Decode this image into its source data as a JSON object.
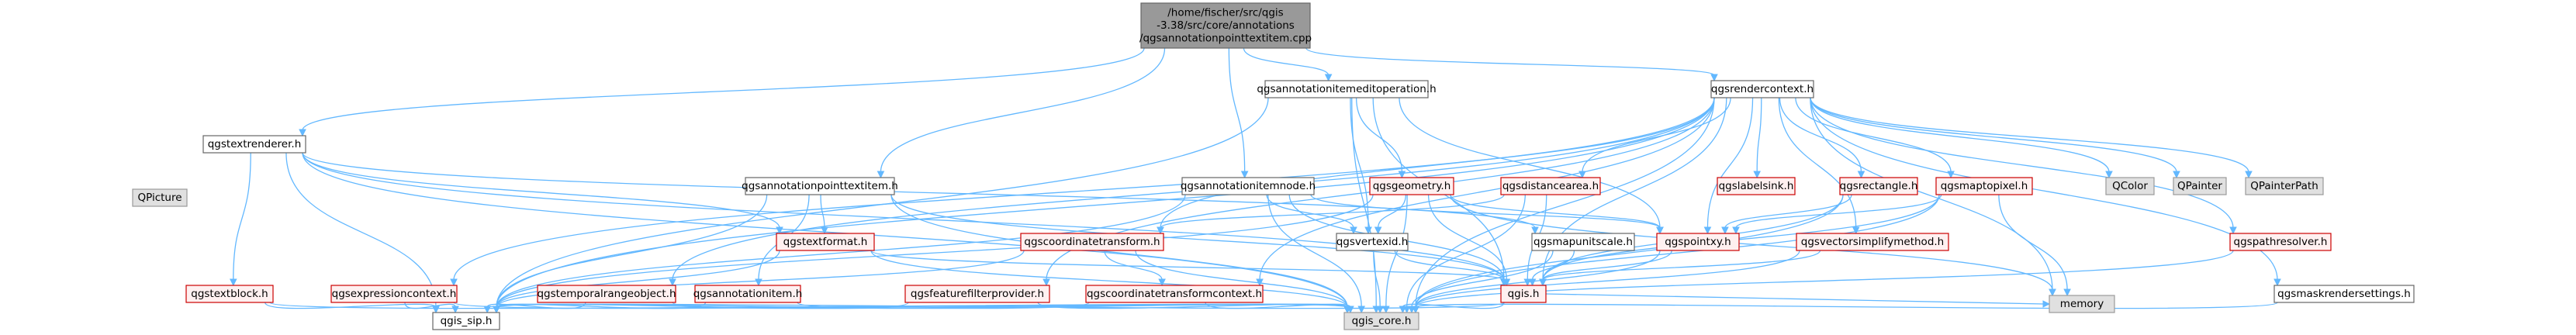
{
  "colors": {
    "edge": "#63b8ff",
    "root_fill": "#999999",
    "root_border": "#666666",
    "normal_fill": "#ffffff",
    "normal_border": "#666666",
    "highlight_fill": "#fff0f0",
    "highlight_border": "#cc0000",
    "external_fill": "#e0e0e0",
    "external_border": "#999999"
  },
  "graph": {
    "nodes": [
      {
        "id": "root",
        "style": "root",
        "lines": [
          "/home/fischer/src/qgis",
          "-3.38/src/core/annotations",
          "/qgsannotationpointtextitem.cpp"
        ]
      },
      {
        "id": "qgstextrenderer",
        "style": "normal",
        "lines": [
          "qgstextrenderer.h"
        ]
      },
      {
        "id": "qgsannotationitemeditoperation",
        "style": "normal",
        "lines": [
          "qgsannotationitemeditoperation.h"
        ]
      },
      {
        "id": "qgsrendercontext",
        "style": "normal",
        "lines": [
          "qgsrendercontext.h"
        ]
      },
      {
        "id": "qgsannotationpointtextitem",
        "style": "normal",
        "lines": [
          "qgsannotationpointtextitem.h"
        ]
      },
      {
        "id": "qgsannotationitemnode",
        "style": "normal",
        "lines": [
          "qgsannotationitemnode.h"
        ]
      },
      {
        "id": "qgsgeometry",
        "style": "highlight",
        "lines": [
          "qgsgeometry.h"
        ]
      },
      {
        "id": "qgsdistancearea",
        "style": "highlight",
        "lines": [
          "qgsdistancearea.h"
        ]
      },
      {
        "id": "qgslabelsink",
        "style": "highlight",
        "lines": [
          "qgslabelsink.h"
        ]
      },
      {
        "id": "qgsrectangle",
        "style": "highlight",
        "lines": [
          "qgsrectangle.h"
        ]
      },
      {
        "id": "qgsmaptopixel",
        "style": "highlight",
        "lines": [
          "qgsmaptopixel.h"
        ]
      },
      {
        "id": "qcolor",
        "style": "external",
        "lines": [
          "QColor"
        ]
      },
      {
        "id": "qpainter",
        "style": "external",
        "lines": [
          "QPainter"
        ]
      },
      {
        "id": "qpainterpath",
        "style": "external",
        "lines": [
          "QPainterPath"
        ]
      },
      {
        "id": "qpicture",
        "style": "external",
        "lines": [
          "QPicture"
        ]
      },
      {
        "id": "qgstextformat",
        "style": "highlight",
        "lines": [
          "qgstextformat.h"
        ]
      },
      {
        "id": "qgscoordinatetransform",
        "style": "highlight",
        "lines": [
          "qgscoordinatetransform.h"
        ]
      },
      {
        "id": "qgsvertexid",
        "style": "normal",
        "lines": [
          "qgsvertexid.h"
        ]
      },
      {
        "id": "qgsmapunitscale",
        "style": "normal",
        "lines": [
          "qgsmapunitscale.h"
        ]
      },
      {
        "id": "qgspointxy",
        "style": "highlight",
        "lines": [
          "qgspointxy.h"
        ]
      },
      {
        "id": "qgsvectorsimplifymethod",
        "style": "highlight",
        "lines": [
          "qgsvectorsimplifymethod.h"
        ]
      },
      {
        "id": "qgspathresolver",
        "style": "highlight",
        "lines": [
          "qgspathresolver.h"
        ]
      },
      {
        "id": "qgstextblock",
        "style": "highlight",
        "lines": [
          "qgstextblock.h"
        ]
      },
      {
        "id": "qgsexpressioncontext",
        "style": "highlight",
        "lines": [
          "qgsexpressioncontext.h"
        ]
      },
      {
        "id": "qgstemporalrangeobject",
        "style": "highlight",
        "lines": [
          "qgstemporalrangeobject.h"
        ]
      },
      {
        "id": "qgsannotationitem",
        "style": "highlight",
        "lines": [
          "qgsannotationitem.h"
        ]
      },
      {
        "id": "qgsfeaturefilterprovider",
        "style": "highlight",
        "lines": [
          "qgsfeaturefilterprovider.h"
        ]
      },
      {
        "id": "qgscoordinatetransformcontext",
        "style": "highlight",
        "lines": [
          "qgscoordinatetransformcontext.h"
        ]
      },
      {
        "id": "qgis",
        "style": "highlight",
        "lines": [
          "qgis.h"
        ]
      },
      {
        "id": "qgsmaskrendersettings",
        "style": "normal",
        "lines": [
          "qgsmaskrendersettings.h"
        ]
      },
      {
        "id": "memory",
        "style": "external",
        "lines": [
          "memory"
        ]
      },
      {
        "id": "qgis_sip",
        "style": "normal",
        "lines": [
          "qgis_sip.h"
        ]
      },
      {
        "id": "qgis_core",
        "style": "external",
        "lines": [
          "qgis_core.h"
        ]
      }
    ],
    "edges": [
      [
        "root",
        "qgstextrenderer"
      ],
      [
        "root",
        "qgsannotationitemeditoperation"
      ],
      [
        "root",
        "qgsrendercontext"
      ],
      [
        "root",
        "qgsannotationpointtextitem"
      ],
      [
        "root",
        "qgsannotationitemnode"
      ],
      [
        "qgstextrenderer",
        "qgspicture"
      ],
      [
        "qgstextrenderer",
        "qgstextblock"
      ],
      [
        "qgstextrenderer",
        "qgstextformat"
      ],
      [
        "qgstextrenderer",
        "qgsmapunitscale"
      ],
      [
        "qgstextrenderer",
        "qgis"
      ],
      [
        "qgstextrenderer",
        "qgis_sip"
      ],
      [
        "qgstextrenderer",
        "qgis_core"
      ],
      [
        "qgsannotationitemeditoperation",
        "qgsgeometry"
      ],
      [
        "qgsannotationitemeditoperation",
        "qgsvertexid"
      ],
      [
        "qgsannotationitemeditoperation",
        "qgspointxy"
      ],
      [
        "qgsannotationitemeditoperation",
        "qgis"
      ],
      [
        "qgsannotationitemeditoperation",
        "qgis_sip"
      ],
      [
        "qgsannotationitemeditoperation",
        "qgis_core"
      ],
      [
        "qgsrendercontext",
        "qcolor"
      ],
      [
        "qgsrendercontext",
        "qpainter"
      ],
      [
        "qgsrendercontext",
        "qpainterpath"
      ],
      [
        "qgsrendercontext",
        "memory"
      ],
      [
        "qgsrendercontext",
        "qgis_core"
      ],
      [
        "qgsrendercontext",
        "qgis_sip"
      ],
      [
        "qgsrendercontext",
        "qgscoordinatetransform"
      ],
      [
        "qgsrendercontext",
        "qgsmaptopixel"
      ],
      [
        "qgsrendercontext",
        "qgsrectangle"
      ],
      [
        "qgsrendercontext",
        "qgsvectorsimplifymethod"
      ],
      [
        "qgsrendercontext",
        "qgsexpressioncontext"
      ],
      [
        "qgsrendercontext",
        "qgsfeaturefilterprovider"
      ],
      [
        "qgsrendercontext",
        "qgscoordinatetransformcontext"
      ],
      [
        "qgsrendercontext",
        "qgspathresolver"
      ],
      [
        "qgsrendercontext",
        "qgsdistancearea"
      ],
      [
        "qgsrendercontext",
        "qgstemporalrangeobject"
      ],
      [
        "qgsrendercontext",
        "qgslabelsink"
      ],
      [
        "qgsrendercontext",
        "qgsmaskrendersettings"
      ],
      [
        "qgsrendercontext",
        "qgis"
      ],
      [
        "qgsrendercontext",
        "qgspointxy"
      ],
      [
        "qgsannotationpointtextitem",
        "qgsannotationitem"
      ],
      [
        "qgsannotationpointtextitem",
        "qgstextformat"
      ],
      [
        "qgsannotationpointtextitem",
        "qgis_sip"
      ],
      [
        "qgsannotationpointtextitem",
        "qgis_core"
      ],
      [
        "qgsannotationpointtextitem",
        "qgis"
      ],
      [
        "qgsannotationitemnode",
        "qgsvertexid"
      ],
      [
        "qgsannotationitemnode",
        "qgspointxy"
      ],
      [
        "qgsannotationitemnode",
        "qgis_core"
      ],
      [
        "qgsannotationitemnode",
        "qgis"
      ],
      [
        "qgsannotationitemnode",
        "qgis_sip"
      ],
      [
        "qgsgeometry",
        "qgsvertexid"
      ],
      [
        "qgsgeometry",
        "qgspointxy"
      ],
      [
        "qgsgeometry",
        "qgis_core"
      ],
      [
        "qgsgeometry",
        "qgis"
      ],
      [
        "qgsgeometry",
        "qgis_sip"
      ],
      [
        "qgsgeometry",
        "memory"
      ],
      [
        "qgsdistancearea",
        "qgscoordinatetransform"
      ],
      [
        "qgsdistancearea",
        "qgis"
      ],
      [
        "qgsdistancearea",
        "qgis_core"
      ],
      [
        "qgsrectangle",
        "qgspointxy"
      ],
      [
        "qgsrectangle",
        "qgis"
      ],
      [
        "qgsrectangle",
        "qgis_core"
      ],
      [
        "qgsmaptopixel",
        "qgspointxy"
      ],
      [
        "qgsmaptopixel",
        "qgis"
      ],
      [
        "qgsmaptopixel",
        "qgis_core"
      ],
      [
        "qgsmaptopixel",
        "memory"
      ],
      [
        "qgstextformat",
        "qgis_sip"
      ],
      [
        "qgstextformat",
        "qgis"
      ],
      [
        "qgstextformat",
        "qgis_core"
      ],
      [
        "qgscoordinatetransform",
        "qgscoordinatetransformcontext"
      ],
      [
        "qgscoordinatetransform",
        "qgis_core"
      ],
      [
        "qgscoordinatetransform",
        "qgis_sip"
      ],
      [
        "qgsvertexid",
        "qgis"
      ],
      [
        "qgsvertexid",
        "qgis_core"
      ],
      [
        "qgsmapunitscale",
        "qgis"
      ],
      [
        "qgsmapunitscale",
        "qgis_core"
      ],
      [
        "qgspointxy",
        "qgis"
      ],
      [
        "qgspointxy",
        "qgis_core"
      ],
      [
        "qgsvectorsimplifymethod",
        "qgis"
      ],
      [
        "qgsvectorsimplifymethod",
        "qgis_core"
      ],
      [
        "qgspathresolver",
        "qgis_core"
      ],
      [
        "qgstextblock",
        "qgis_sip"
      ],
      [
        "qgstextblock",
        "qgis_core"
      ],
      [
        "qgsexpressioncontext",
        "qgis_sip"
      ],
      [
        "qgsexpressioncontext",
        "qgis_core"
      ],
      [
        "qgstemporalrangeobject",
        "qgis_sip"
      ],
      [
        "qgstemporalrangeobject",
        "qgis_core"
      ],
      [
        "qgsannotationitem",
        "qgis_sip"
      ],
      [
        "qgsannotationitem",
        "qgis_core"
      ],
      [
        "qgsfeaturefilterprovider",
        "qgis_sip"
      ],
      [
        "qgsfeaturefilterprovider",
        "qgis_core"
      ],
      [
        "qgscoordinatetransformcontext",
        "qgis_core"
      ],
      [
        "qgscoordinatetransformcontext",
        "qgis_sip"
      ],
      [
        "qgis",
        "qgis_core"
      ],
      [
        "qgis",
        "qgis_sip"
      ],
      [
        "qgis",
        "memory"
      ],
      [
        "qgsmaskrendersettings",
        "qgis_core"
      ]
    ]
  }
}
